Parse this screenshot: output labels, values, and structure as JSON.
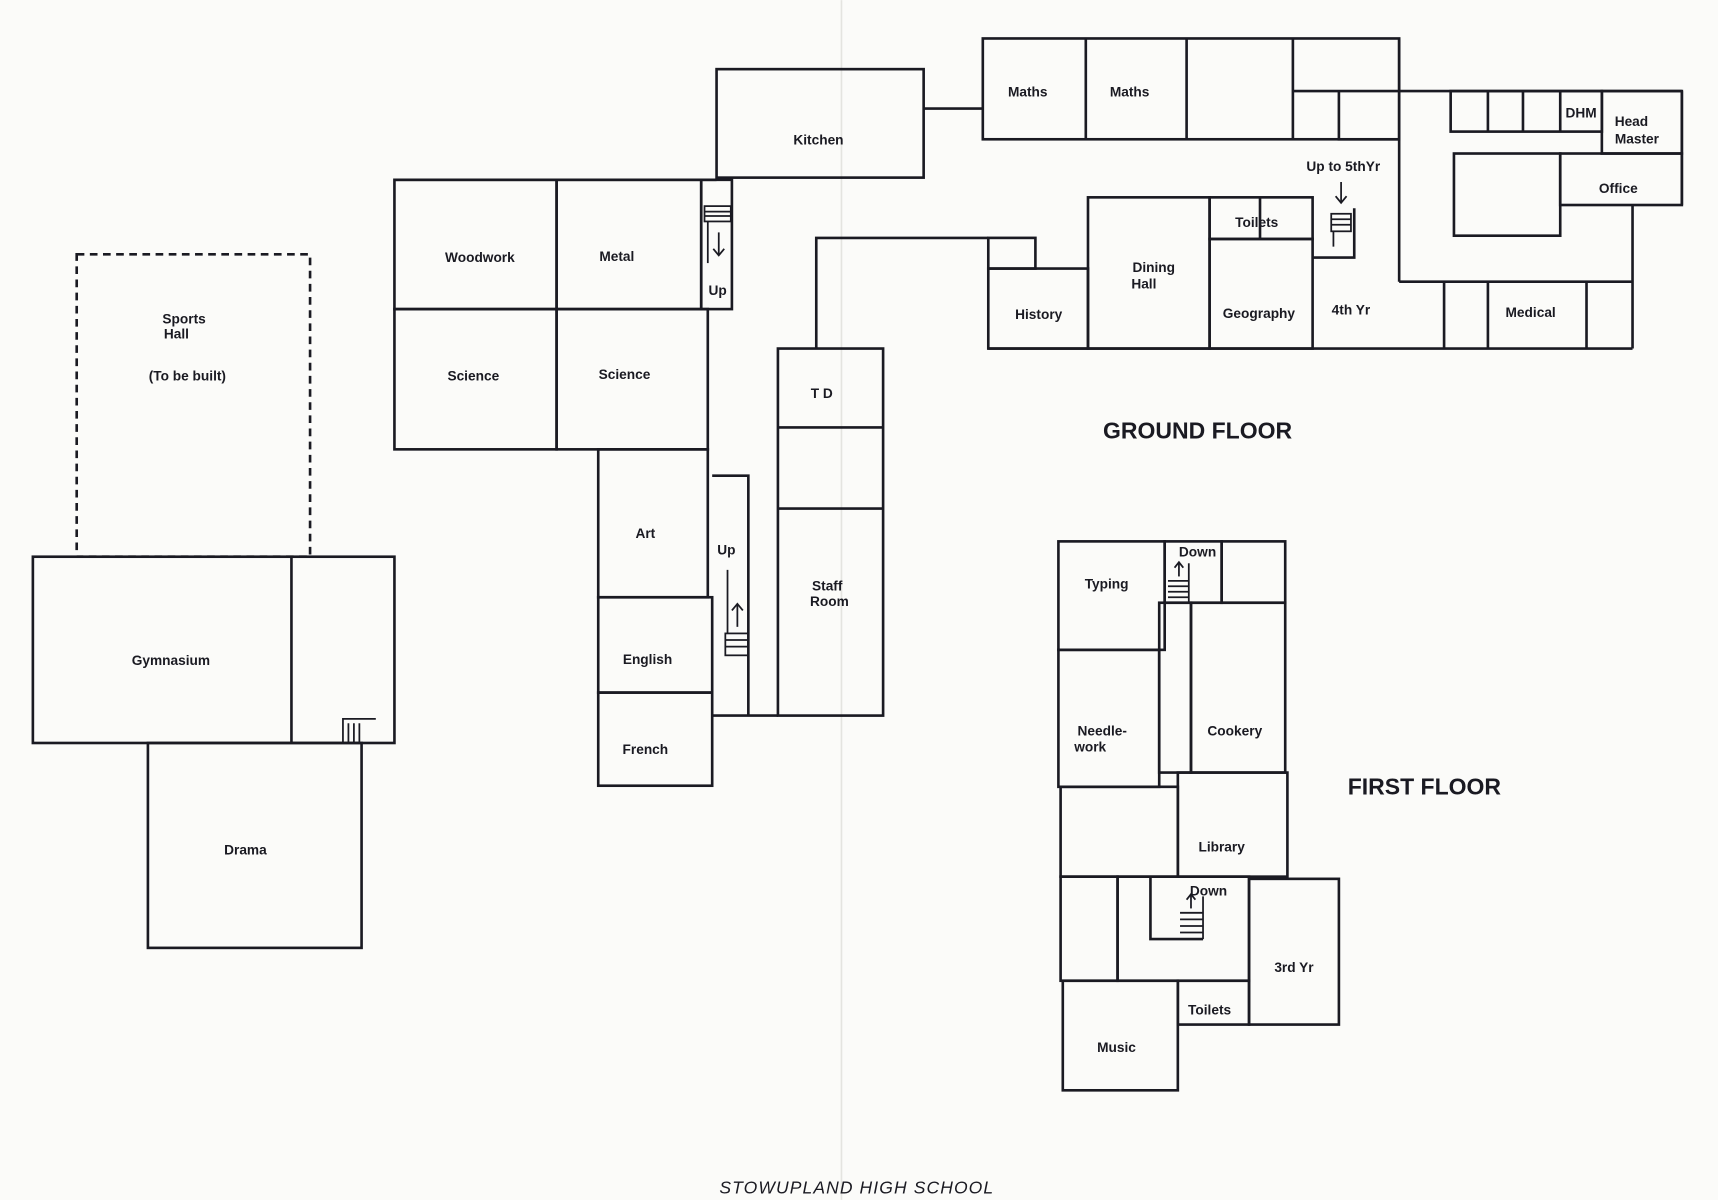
{
  "title": "STOWUPLAND HIGH SCHOOL",
  "floors": {
    "ground": "GROUND FLOOR",
    "first": "FIRST FLOOR"
  },
  "ground_rooms": {
    "kitchen": "Kitchen",
    "maths1": "Maths",
    "maths2": "Maths",
    "dhm": "DHM",
    "head_master_1": "Head",
    "head_master_2": "Master",
    "office": "Office",
    "up_5th": "Up to 5thYr",
    "toilets": "Toilets",
    "dining_1": "Dining",
    "dining_2": "Hall",
    "history": "History",
    "geography": "Geography",
    "fourth_yr": "4th Yr",
    "medical": "Medical",
    "woodwork": "Woodwork",
    "metal": "Metal",
    "up1": "Up",
    "science1": "Science",
    "science2": "Science",
    "td": "T D",
    "art": "Art",
    "up2": "Up",
    "english": "English",
    "french": "French",
    "staff_1": "Staff",
    "staff_2": "Room",
    "sports_1": "Sports",
    "sports_2": "Hall",
    "sports_3": "(To be built)",
    "gymnasium": "Gymnasium",
    "drama": "Drama"
  },
  "first_rooms": {
    "typing": "Typing",
    "down1": "Down",
    "needle_1": "Needle-",
    "needle_2": "work",
    "cookery": "Cookery",
    "library": "Library",
    "down2": "Down",
    "third_yr": "3rd Yr",
    "toilets": "Toilets",
    "music": "Music"
  }
}
